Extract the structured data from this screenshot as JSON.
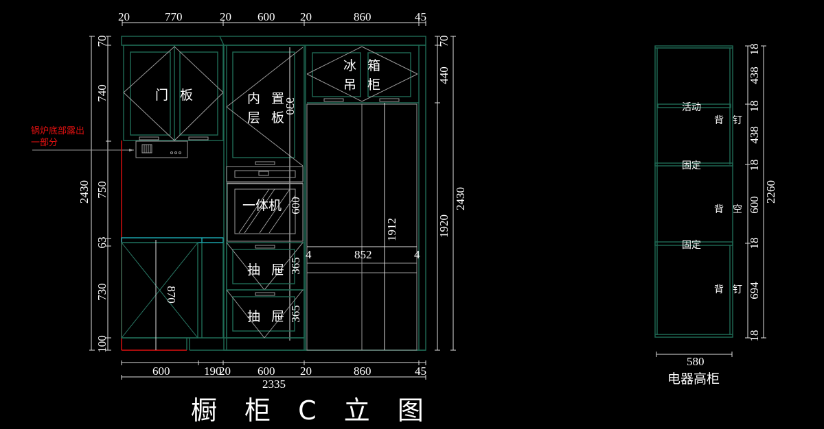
{
  "drawing": {
    "title": "橱 柜 C 立 图",
    "top_dims": [
      "20",
      "770",
      "20",
      "600",
      "20",
      "860",
      "45"
    ],
    "bottom_dims": [
      "600",
      "190",
      "20",
      "600",
      "20",
      "860",
      "45"
    ],
    "bottom_total": "2335",
    "left_dims": [
      "70",
      "740",
      "750",
      "63",
      "730",
      "100"
    ],
    "left_total": "2430",
    "right_dims": [
      "70",
      "440",
      "1920"
    ],
    "right_total": "2430",
    "inner_dims": {
      "shelf_height": "930",
      "oven_height": "600",
      "drawer1": "365",
      "drawer2": "365",
      "base_height": "870",
      "fridge_height": "1912",
      "fridge_width": "852",
      "fridge_gap_left": "4",
      "fridge_gap_right": "4"
    },
    "labels": {
      "door_left": "门",
      "door_right": "板",
      "shelf_1": "内",
      "shelf_2": "置",
      "shelf_3": "层",
      "shelf_4": "板",
      "oven": "一体机",
      "drawer_a1": "抽",
      "drawer_a2": "屉",
      "drawer_b1": "抽",
      "drawer_b2": "屉",
      "fridge_1": "冰",
      "fridge_2": "箱",
      "fridge_3": "吊",
      "fridge_4": "柜"
    },
    "note": {
      "line1": "锅炉底部露出",
      "line2": "一部分",
      "color": "#e01010"
    }
  },
  "side_view": {
    "title": "电器高柜",
    "width_dim": "580",
    "total_height": "2260",
    "dims": [
      "18",
      "438",
      "18",
      "438",
      "18",
      "600",
      "18",
      "694",
      "18"
    ],
    "labels": {
      "movable": "活动",
      "fixed_1": "固定",
      "fixed_2": "固定",
      "back_nail_1a": "背",
      "back_nail_1b": "钉",
      "back_empty_a": "背",
      "back_empty_b": "空",
      "back_nail_2a": "背",
      "back_nail_2b": "钉"
    }
  },
  "colors": {
    "background": "#000000",
    "cabinet_line": "#1f6b55",
    "dimension": "#ffffff",
    "counter": "#20c8d0",
    "annotation": "#e01010"
  }
}
